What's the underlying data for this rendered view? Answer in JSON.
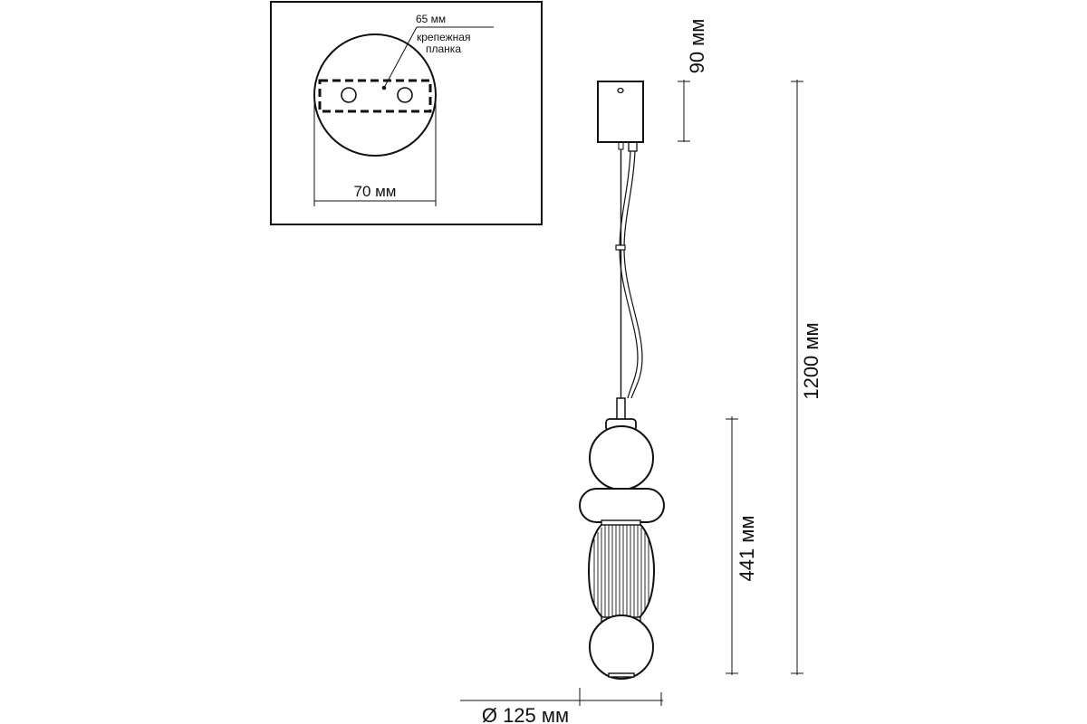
{
  "inset": {
    "top_label": "65 мм",
    "plate_label_line1": "крепежная",
    "plate_label_line2": "планка",
    "width_label": "70 мм"
  },
  "dimensions": {
    "canopy_height": "90 мм",
    "total_height": "1200 мм",
    "shade_height": "441 мм",
    "diameter": "Ø 125 мм"
  }
}
